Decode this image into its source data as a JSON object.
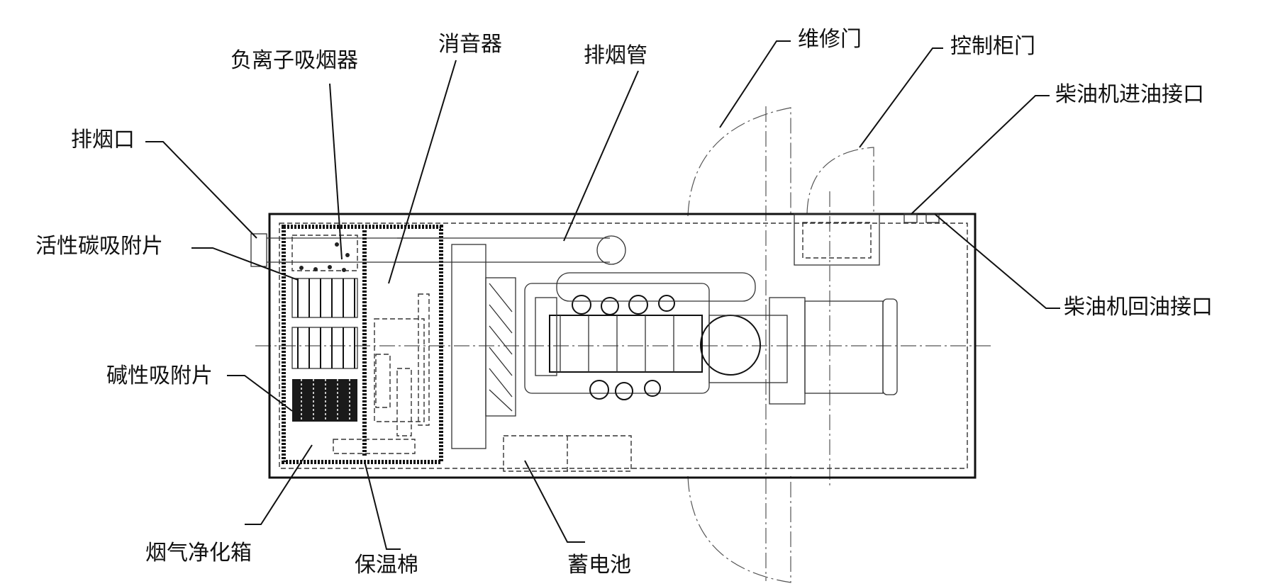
{
  "diagram": {
    "labels": {
      "exhaust_port": "排烟口",
      "negative_ion_absorber": "负离子吸烟器",
      "silencer": "消音器",
      "exhaust_pipe": "排烟管",
      "maintenance_door": "维修门",
      "control_cabinet_door": "控制柜门",
      "diesel_oil_inlet": "柴油机进油接口",
      "diesel_oil_return": "柴油机回油接口",
      "activated_carbon_sheet": "活性碳吸附片",
      "alkaline_sheet": "碱性吸附片",
      "smoke_purification_box": "烟气净化箱",
      "insulation_cotton": "保温棉",
      "battery": "蓄电池"
    }
  }
}
